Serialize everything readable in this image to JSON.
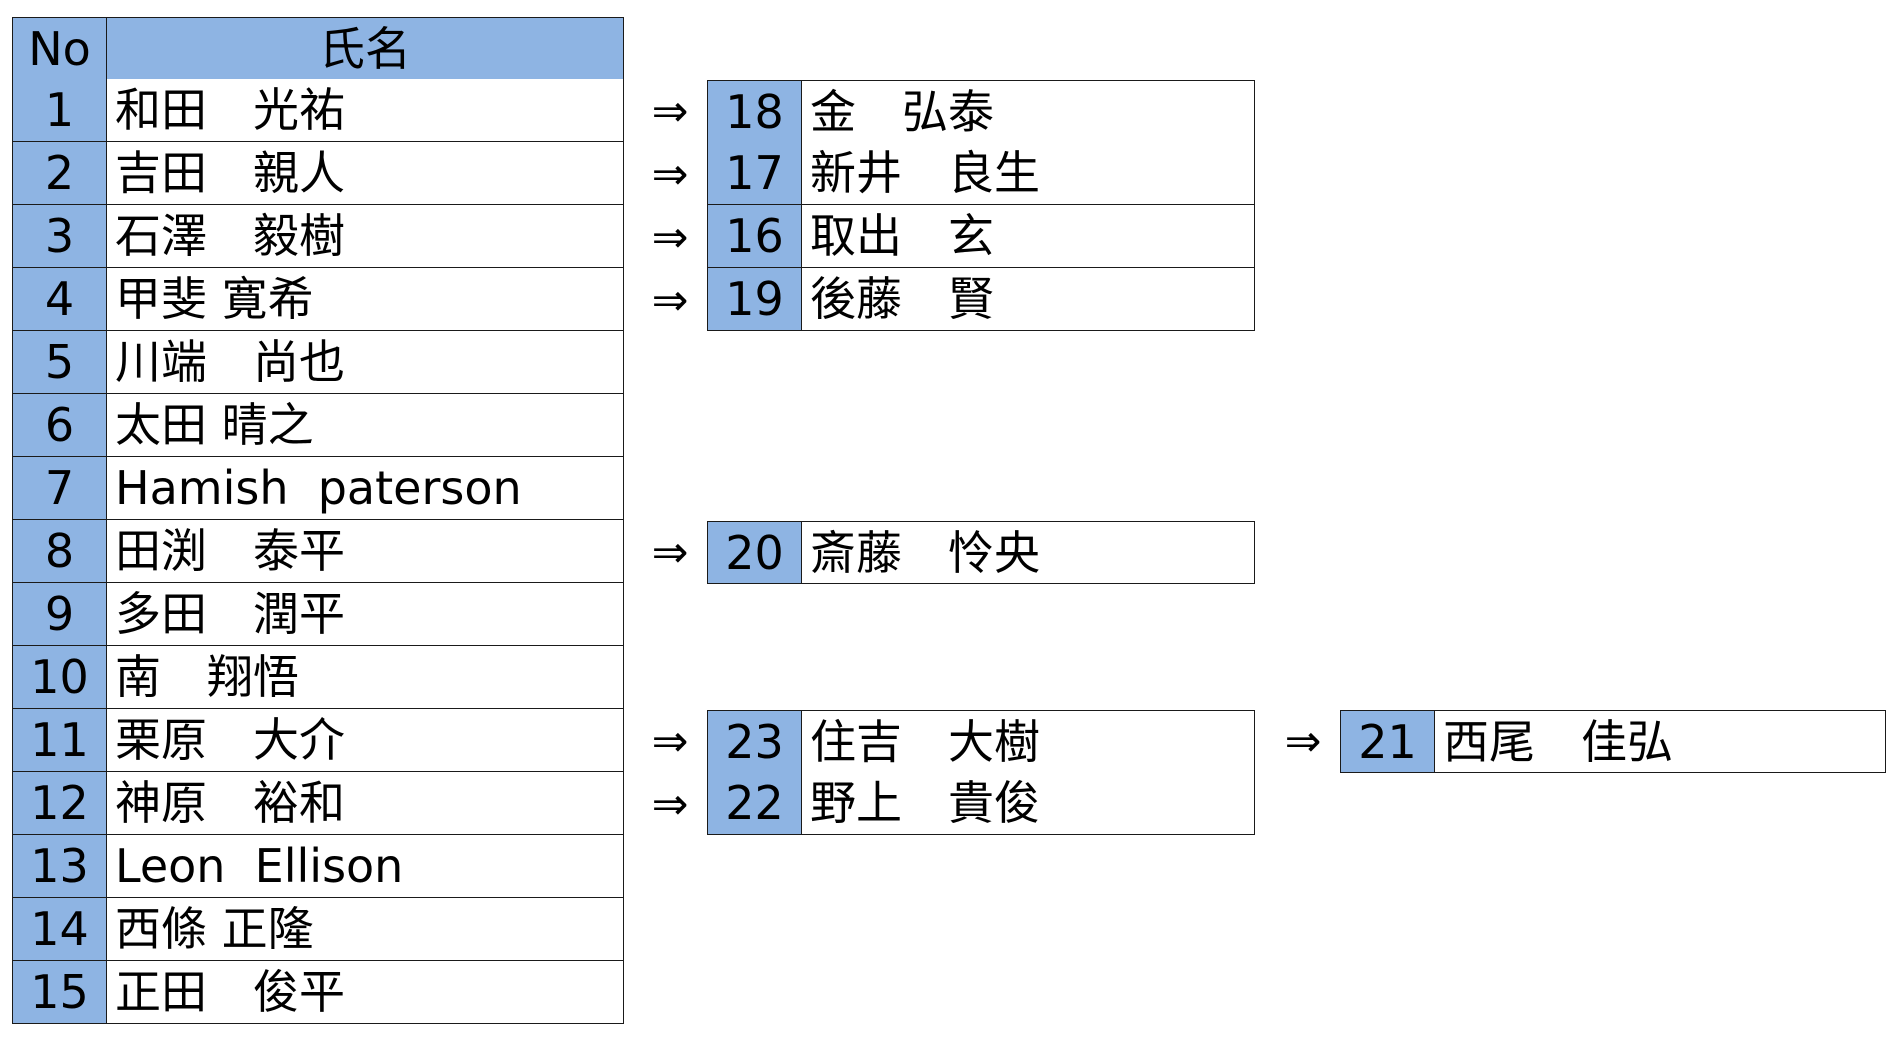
{
  "colors": {
    "header_fill": "#8eb4e3",
    "number_fill": "#8eb4e3",
    "border": "#1a1a1a",
    "background": "#ffffff"
  },
  "main_table": {
    "header": {
      "no": "No",
      "name": "氏名"
    },
    "rows": [
      {
        "no": "1",
        "name": "和田　光祐"
      },
      {
        "no": "2",
        "name": "吉田　親人"
      },
      {
        "no": "3",
        "name": "石澤　毅樹"
      },
      {
        "no": "4",
        "name": "甲斐 寛希"
      },
      {
        "no": "5",
        "name": "川端　尚也"
      },
      {
        "no": "6",
        "name": "太田 晴之"
      },
      {
        "no": "7",
        "name": "Hamish  paterson"
      },
      {
        "no": "8",
        "name": "田渕　泰平"
      },
      {
        "no": "9",
        "name": "多田　潤平"
      },
      {
        "no": "10",
        "name": "南　翔悟"
      },
      {
        "no": "11",
        "name": "栗原　大介"
      },
      {
        "no": "12",
        "name": "神原　裕和"
      },
      {
        "no": "13",
        "name": "Leon  Ellison"
      },
      {
        "no": "14",
        "name": "西條 正隆"
      },
      {
        "no": "15",
        "name": "正田　俊平"
      }
    ]
  },
  "arrow_symbol": "⇒",
  "links_level1": [
    {
      "from_row": 1,
      "no": "18",
      "name": "金　弘泰"
    },
    {
      "from_row": 2,
      "no": "17",
      "name": "新井　良生"
    },
    {
      "from_row": 3,
      "no": "16",
      "name": "取出　玄"
    },
    {
      "from_row": 4,
      "no": "19",
      "name": "後藤　賢"
    },
    {
      "from_row": 8,
      "no": "20",
      "name": "斎藤　怜央"
    },
    {
      "from_row": 11,
      "no": "23",
      "name": "住吉　大樹"
    },
    {
      "from_row": 12,
      "no": "22",
      "name": "野上　貴俊"
    }
  ],
  "links_level2": [
    {
      "from_row": 11,
      "no": "21",
      "name": "西尾　佳弘"
    }
  ]
}
